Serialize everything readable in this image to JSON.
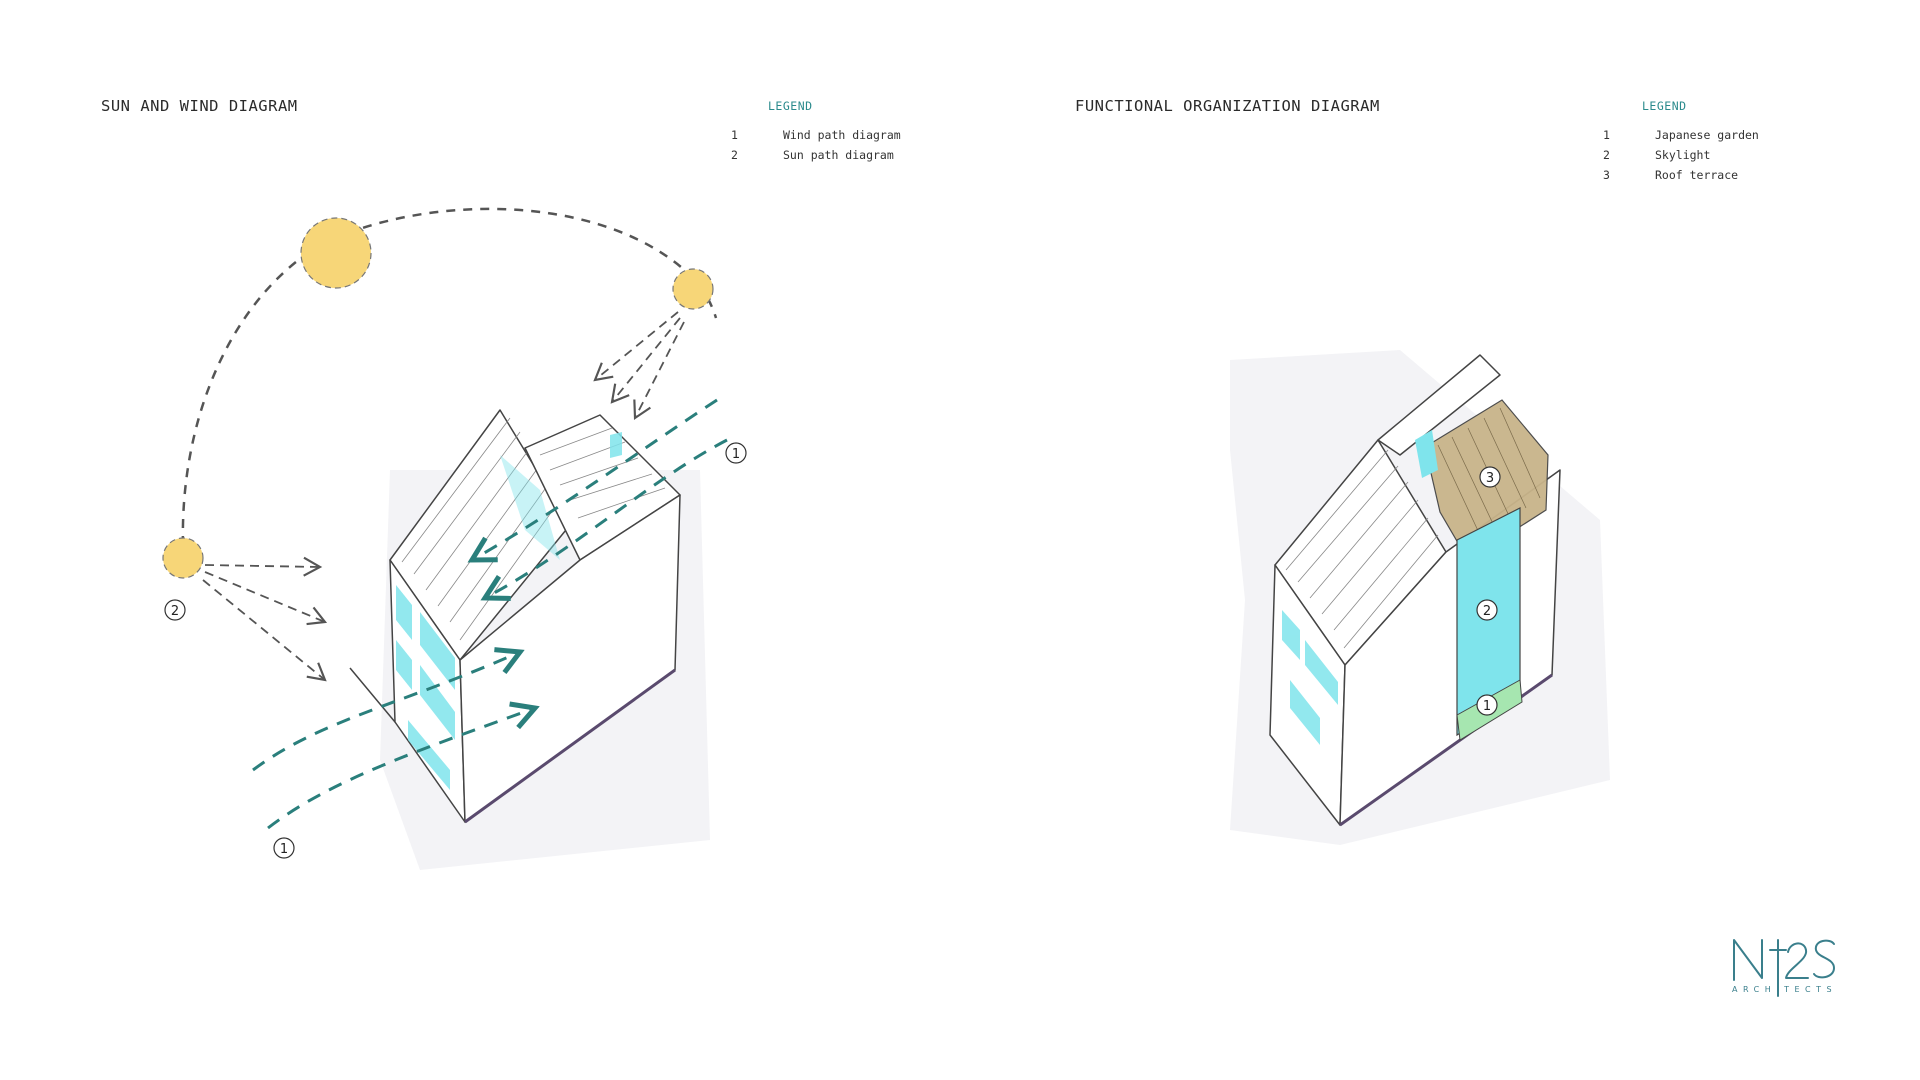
{
  "left": {
    "title": "SUN AND WIND DIAGRAM",
    "legend_title": "LEGEND",
    "legend": [
      {
        "num": "1",
        "label": "Wind path diagram"
      },
      {
        "num": "2",
        "label": "Sun path diagram"
      }
    ],
    "markers": {
      "wind_a": "1",
      "wind_b": "1",
      "sun": "2"
    }
  },
  "right": {
    "title": "FUNCTIONAL ORGANIZATION DIAGRAM",
    "legend_title": "LEGEND",
    "legend": [
      {
        "num": "1",
        "label": "Japanese garden"
      },
      {
        "num": "2",
        "label": "Skylight"
      },
      {
        "num": "3",
        "label": "Roof terrace"
      }
    ],
    "markers": {
      "garden": "1",
      "skylight": "2",
      "terrace": "3"
    }
  },
  "logo": {
    "mark": "N2S",
    "subtitle": "ARCHITECTS"
  },
  "colors": {
    "sun": "#f7d678",
    "wind": "#2a7f7c",
    "glass": "#7fe4ec",
    "terrace": "#c8b48a",
    "garden": "#a6e6b0",
    "accent": "#2a8a8c",
    "logo": "#3a7f8c"
  }
}
